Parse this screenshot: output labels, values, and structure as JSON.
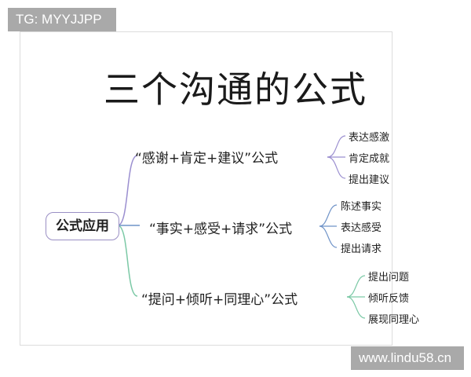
{
  "watermarks": {
    "top_left": "TG: MYYJJPP",
    "bottom_right": "www.lindu58.cn"
  },
  "title": "三个沟通的公式",
  "root": {
    "label": "公式应用",
    "border_color": "#9a8fc4"
  },
  "branches": [
    {
      "label": "“感谢+肯定+建议”公式",
      "color": "#9b8fd0",
      "children": [
        "表达感激",
        "肯定成就",
        "提出建议"
      ]
    },
    {
      "label": "“事实+感受+请求”公式",
      "color": "#6f93c8",
      "children": [
        "陈述事实",
        "表达感受",
        "提出请求"
      ]
    },
    {
      "label": "“提问+倾听+同理心”公式",
      "color": "#7cc9a6",
      "children": [
        "提出问题",
        "倾听反馈",
        "展现同理心"
      ]
    }
  ]
}
